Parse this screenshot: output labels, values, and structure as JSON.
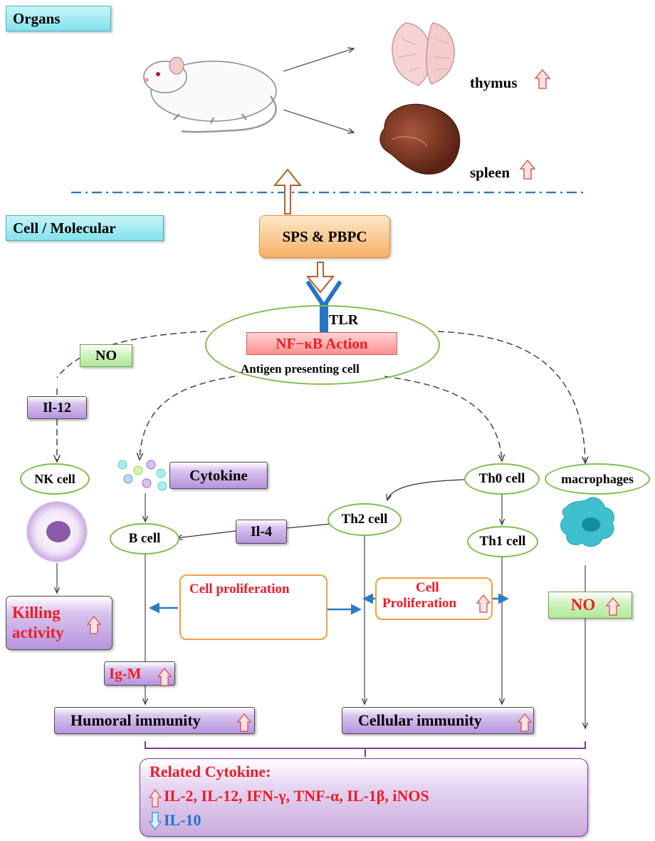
{
  "sections": {
    "organs_label": "Organs",
    "cell_label": "Cell / Molecular"
  },
  "organs": {
    "thymus": "thymus",
    "spleen": "spleen"
  },
  "agent": "SPS & PBPC",
  "receptor": "TLR",
  "pathway": "NF−κB Action",
  "apc": "Antigen presenting cell",
  "nodes": {
    "no_top": "NO",
    "il12": "Il-12",
    "nk_cell": "NK cell",
    "killing_line1": "Killing",
    "killing_line2": "activity",
    "cytokine": "Cytokine",
    "b_cell": "B cell",
    "il4": "Il-4",
    "th2": "Th2 cell",
    "th0": "Th0 cell",
    "th1": "Th1 cell",
    "macrophages": "macrophages",
    "cell_prolif_left": "Cell proliferation",
    "cell_prolif_right_line1": "Cell",
    "cell_prolif_right_line2": "Proliferation",
    "no_right": "NO",
    "igm": "Ig-M",
    "humoral": "Humoral immunity",
    "cellular": "Cellular immunity"
  },
  "related": {
    "title": "Related Cytokine:",
    "up_list": "IL-2, IL-12, IFN-γ, TNF-α, IL-1β, iNOS",
    "down_list": "IL-10"
  },
  "icons": {
    "up": "up-arrow-icon",
    "down": "down-arrow-icon",
    "rat": "rat-icon",
    "thymus": "thymus-icon",
    "spleen": "spleen-icon",
    "nk": "nk-cell-icon",
    "macrophage": "macrophage-icon"
  },
  "colors": {
    "accent_red": "#ee1c24",
    "accent_blue": "#1f74c9",
    "oval_green": "#7fbd4d",
    "header_cyan": "#84e2ec"
  }
}
